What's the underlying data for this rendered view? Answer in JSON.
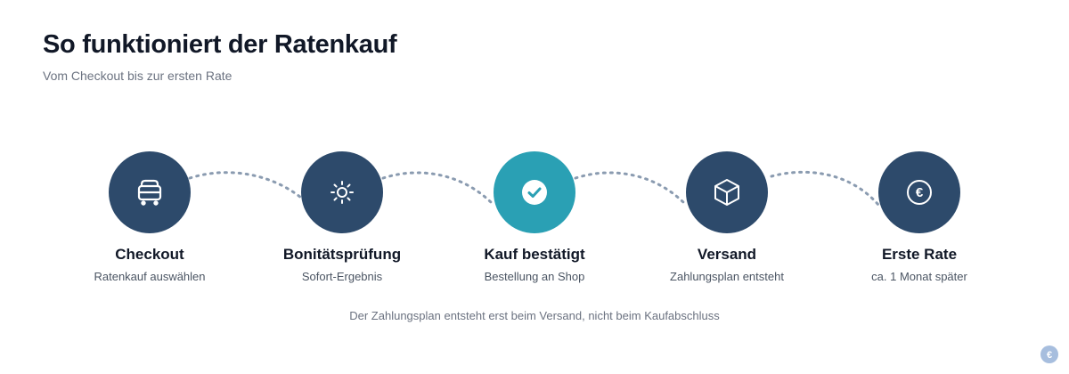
{
  "header": {
    "title": "So funktioniert der Ratenkauf",
    "subtitle": "Vom Checkout bis zur ersten Rate"
  },
  "colors": {
    "step": "#2d4a6b",
    "active_step": "#2aa0b4",
    "connector": "#8a9bb0"
  },
  "steps": [
    {
      "label": "Checkout",
      "sub": "Ratenkauf auswählen",
      "icon": "cart-icon",
      "active": false
    },
    {
      "label": "Bonitätsprüfung",
      "sub": "Sofort-Ergebnis",
      "icon": "sun-icon",
      "active": false
    },
    {
      "label": "Kauf bestätigt",
      "sub": "Bestellung an Shop",
      "icon": "check-icon",
      "active": true
    },
    {
      "label": "Versand",
      "sub": "Zahlungsplan entsteht",
      "icon": "box-icon",
      "active": false
    },
    {
      "label": "Erste Rate",
      "sub": "ca. 1 Monat später",
      "icon": "euro-icon",
      "active": false
    }
  ],
  "footnote": "Der Zahlungsplan entsteht erst beim Versand, nicht beim Kaufabschluss",
  "corner_badge_icon": "euro-icon"
}
